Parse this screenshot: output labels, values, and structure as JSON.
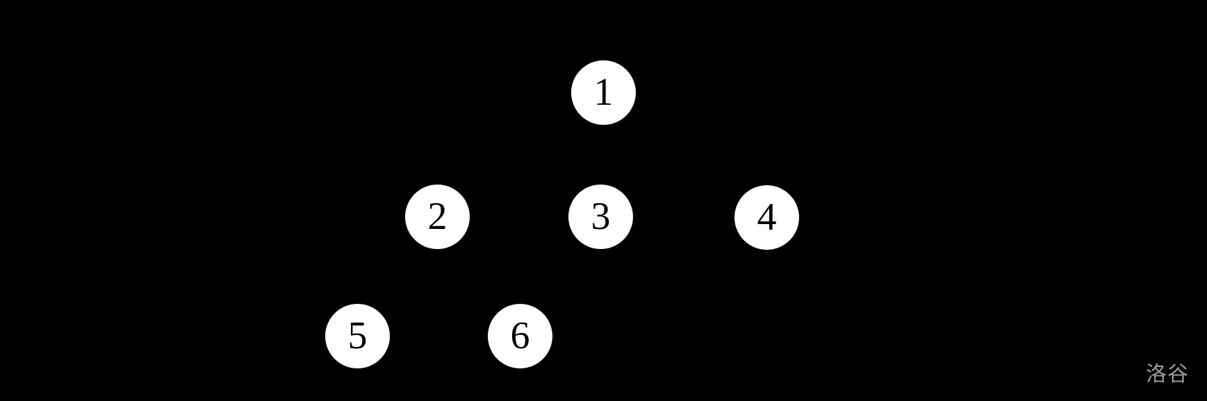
{
  "colors": {
    "background": "#000000",
    "node_fill": "#ffffff",
    "node_text": "#000000",
    "watermark": "#9b9b9b"
  },
  "diagram": {
    "type": "tree",
    "description": "Rooted tree rendered as white circles on black; edges drawn black on black background (not visible)",
    "nodes": [
      {
        "label": "1"
      },
      {
        "label": "2"
      },
      {
        "label": "3"
      },
      {
        "label": "4"
      },
      {
        "label": "5"
      },
      {
        "label": "6"
      }
    ]
  },
  "watermark": {
    "text": "洛谷"
  }
}
